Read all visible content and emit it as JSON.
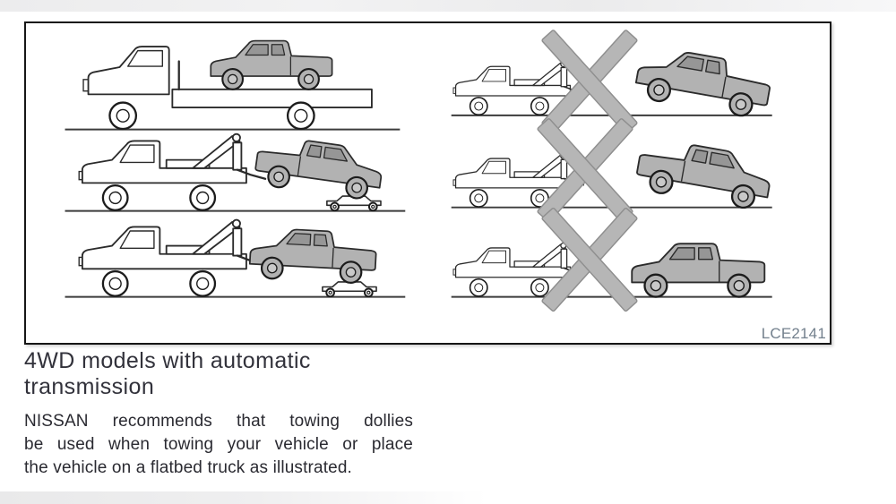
{
  "content": {
    "heading_lines": [
      "4WD models with automatic",
      "transmission"
    ],
    "body_lines": [
      "NISSAN recommends that towing dollies",
      "be used when towing your vehicle or place",
      "the vehicle on a flatbed truck as illustrated."
    ],
    "figure_code": "LCE2141"
  },
  "figure": {
    "code": "LCE2141",
    "allowed_methods": [
      "vehicle-carried-on-flatbed-truck",
      "rear-lifted-front-wheels-on-towing-dolly",
      "front-lifted-rear-wheels-on-towing-dolly"
    ],
    "prohibited_methods": [
      "front-lifted-rear-wheels-on-ground",
      "rear-lifted-front-wheels-on-ground",
      "flat-towing-all-wheels-on-ground"
    ]
  },
  "colors": {
    "vehicle_fill": "#b2b2b2",
    "window_fill": "#969696",
    "outline": "#2b2b2b",
    "x_mark": "#b6b6b6",
    "x_mark_edge": "#8f8f8f",
    "heading_color": "#32323b",
    "body_color": "#2a2a31",
    "figure_code_color": "#73808d",
    "frame_border": "#161616"
  }
}
